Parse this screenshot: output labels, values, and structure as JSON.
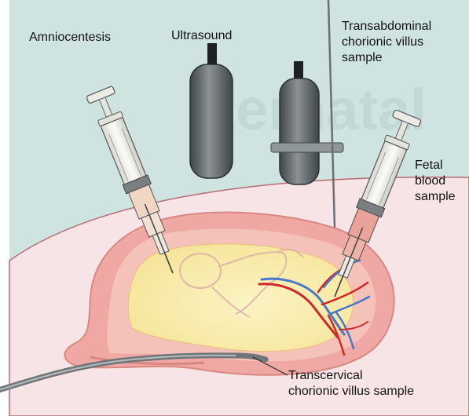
{
  "labels": {
    "amniocentesis": "Amniocentesis",
    "ultrasound": "Ultrasound",
    "transabdominal_cvs": [
      "Transabdominal",
      "chorionic villus",
      "sample"
    ],
    "fetal_blood_sample": [
      "Fetal",
      "blood",
      "sample"
    ],
    "transcervical_cvs": [
      "Transcervical",
      "chorionic villus sample"
    ]
  },
  "colors": {
    "background": "#cfe4e0",
    "abdomen": "#f7e4e6",
    "uterus_wall": "#f0a8a4",
    "placenta": "#f4c2b8",
    "amniotic_fluid": "#f9efb2",
    "vein": "#4a78c8",
    "artery": "#d02828",
    "catheter": "#8a8f92",
    "probe": "#5d6467",
    "syringe_barrel": "#f1f1ee",
    "syringe_tip_pink": "#e9a39a"
  }
}
